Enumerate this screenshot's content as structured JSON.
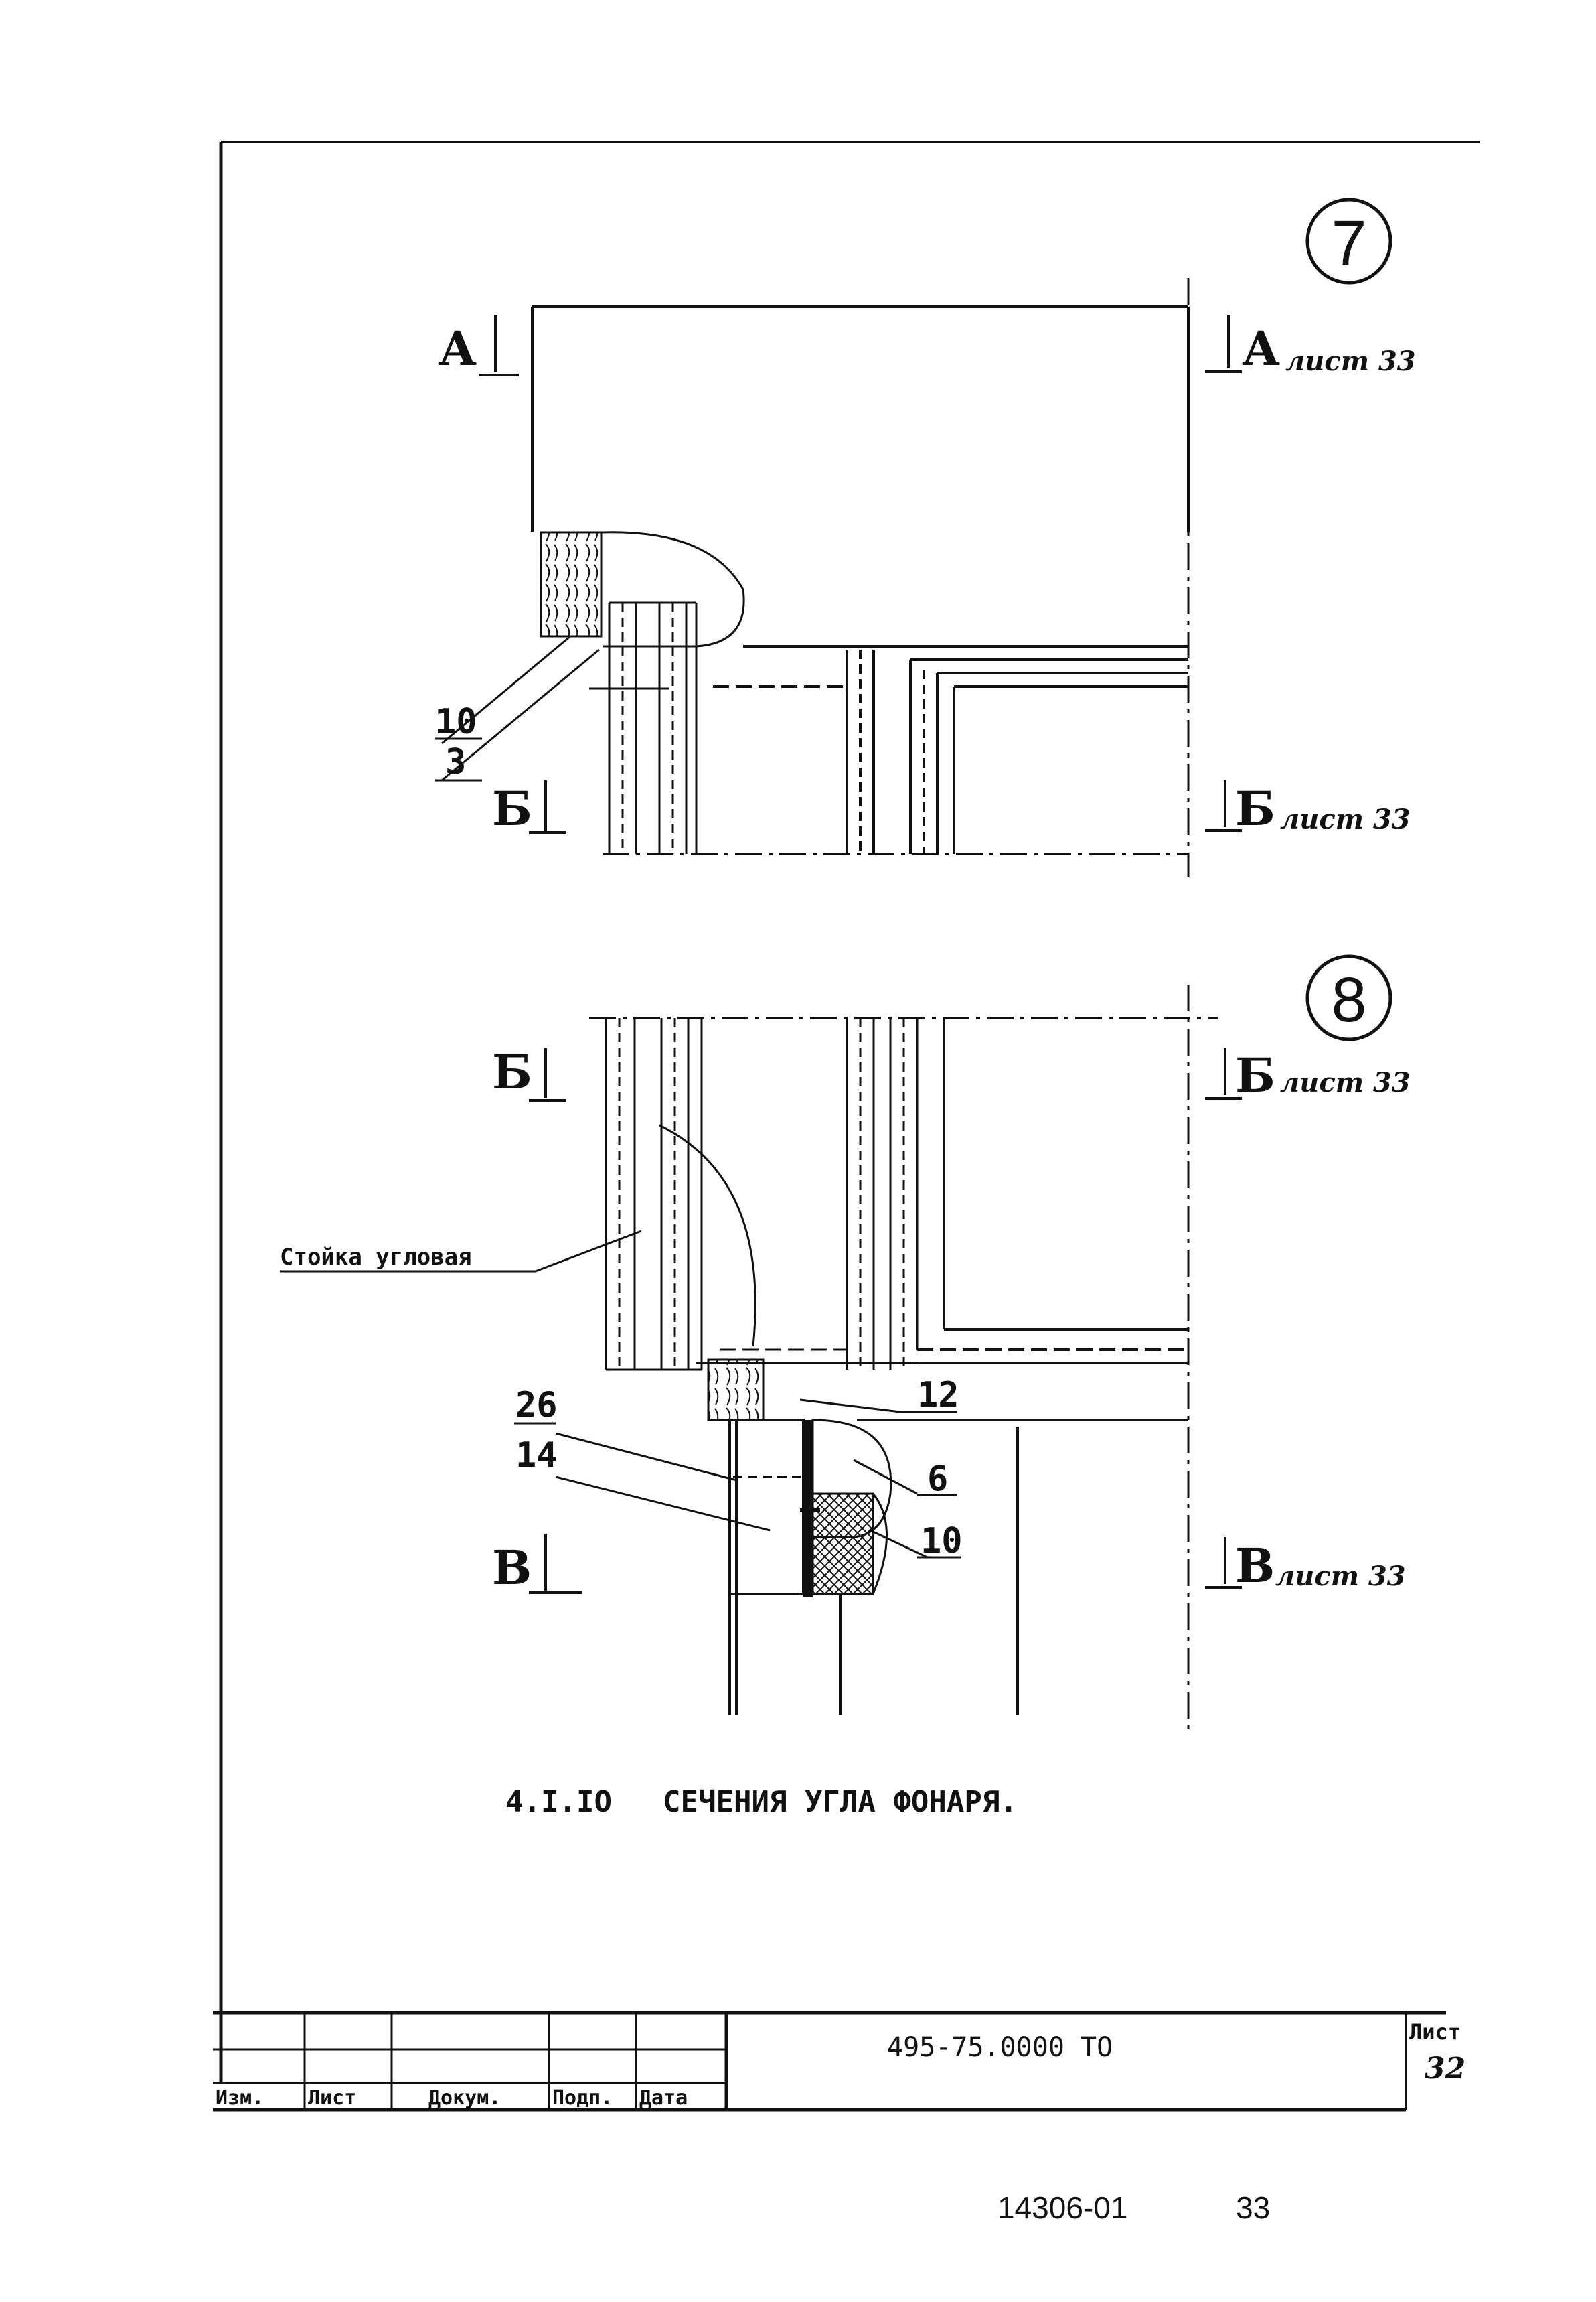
{
  "detail_7": {
    "number": "7",
    "section_a_left": "А",
    "section_a_right": "А",
    "section_b_left": "Б",
    "section_b_right": "Б",
    "sheet_ref": "лист 33",
    "callouts": [
      "10",
      "3"
    ]
  },
  "detail_8": {
    "number": "8",
    "section_b_left": "Б",
    "section_b_right": "Б",
    "section_v_left": "В",
    "section_v_right": "В",
    "sheet_ref": "лист 33",
    "post_label": "Стойка угловая",
    "callouts": [
      "26",
      "14",
      "12",
      "6",
      "10"
    ]
  },
  "caption": {
    "number": "4.I.IO",
    "text": "СЕЧЕНИЯ УГЛА ФОНАРЯ."
  },
  "title_block": {
    "document_code": "495-75.0000 ТО",
    "sheet_label": "Лист",
    "sheet_number": "32",
    "columns": [
      "Изм.",
      "Лист",
      "Докум.",
      "Подп.",
      "Дата"
    ]
  },
  "footer": {
    "code": "14306-01",
    "page": "33"
  }
}
